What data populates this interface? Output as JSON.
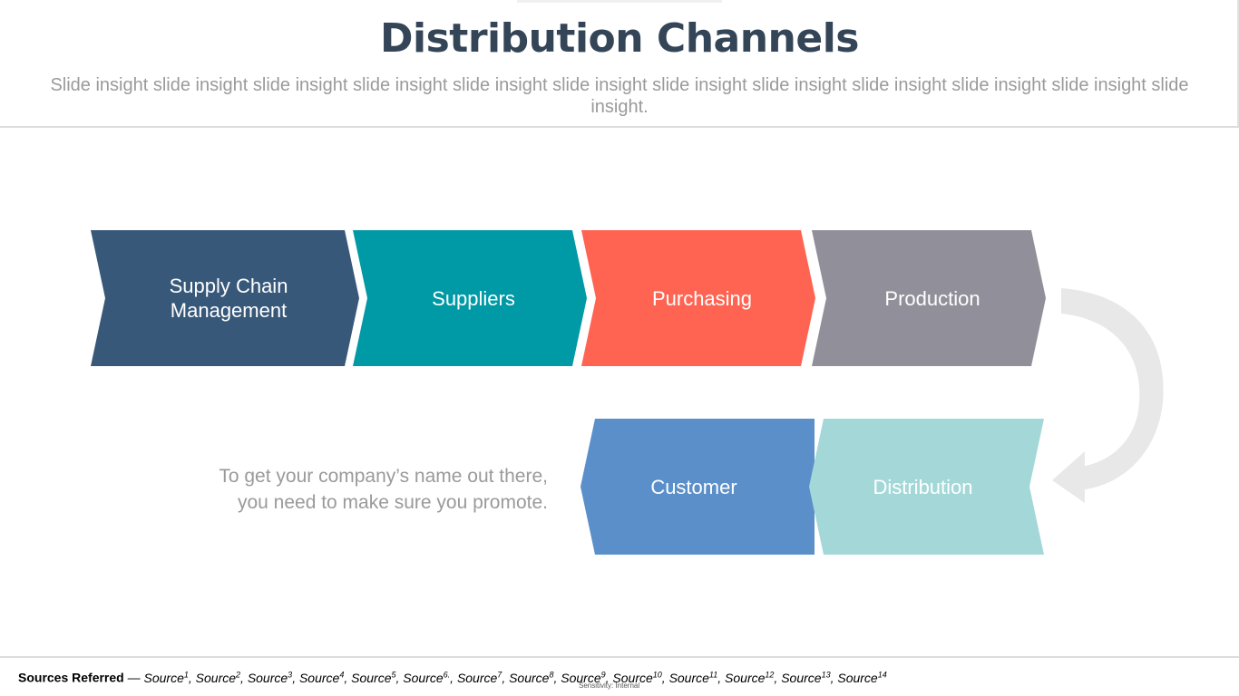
{
  "slide": {
    "title": "Distribution Channels",
    "subtitle": "Slide insight slide insight slide insight slide insight slide insight slide insight slide insight slide insight slide insight slide insight slide insight slide insight."
  },
  "flow": {
    "steps": [
      {
        "label_lines": [
          "Supply Chain",
          "Management"
        ],
        "color": "#385879"
      },
      {
        "label_lines": [
          "Suppliers"
        ],
        "color": "#0099a6"
      },
      {
        "label_lines": [
          "Purchasing"
        ],
        "color": "#ff6452"
      },
      {
        "label_lines": [
          "Production"
        ],
        "color": "#918f99"
      },
      {
        "label_lines": [
          "Distribution"
        ],
        "color": "#a4d8d8"
      },
      {
        "label_lines": [
          "Customer"
        ],
        "color": "#5a8fc9"
      }
    ],
    "connector_color": "#e8e8e8"
  },
  "note": {
    "line1": "To get your company’s name out there,",
    "line2": "you need to make sure you promote."
  },
  "footer": {
    "sources_label": "Sources Referred",
    "dash": " — ",
    "sources": [
      {
        "text": "Source",
        "sup": "1",
        "sep": ", "
      },
      {
        "text": "Source",
        "sup": "2",
        "sep": ", "
      },
      {
        "text": "Source",
        "sup": "3",
        "sep": ", "
      },
      {
        "text": "Source",
        "sup": "4",
        "sep": ", "
      },
      {
        "text": "Source",
        "sup": "5",
        "sep": ", "
      },
      {
        "text": "Source",
        "sup": "6.",
        "sep": ", "
      },
      {
        "text": "Source",
        "sup": "7",
        "sep": ", "
      },
      {
        "text": "Source",
        "sup": "8",
        "sep": ", "
      },
      {
        "text": "Source",
        "sup": "9",
        "sep": ", "
      },
      {
        "text": "Source",
        "sup": "10",
        "sep": ", "
      },
      {
        "text": "Source",
        "sup": "11",
        "sep": ", "
      },
      {
        "text": "Source",
        "sup": "12",
        "sep": ", "
      },
      {
        "text": "Source",
        "sup": "13",
        "sep": ", "
      },
      {
        "text": "Source",
        "sup": "14",
        "sep": ""
      }
    ],
    "sensitivity": "Sensitivity: Internal"
  }
}
